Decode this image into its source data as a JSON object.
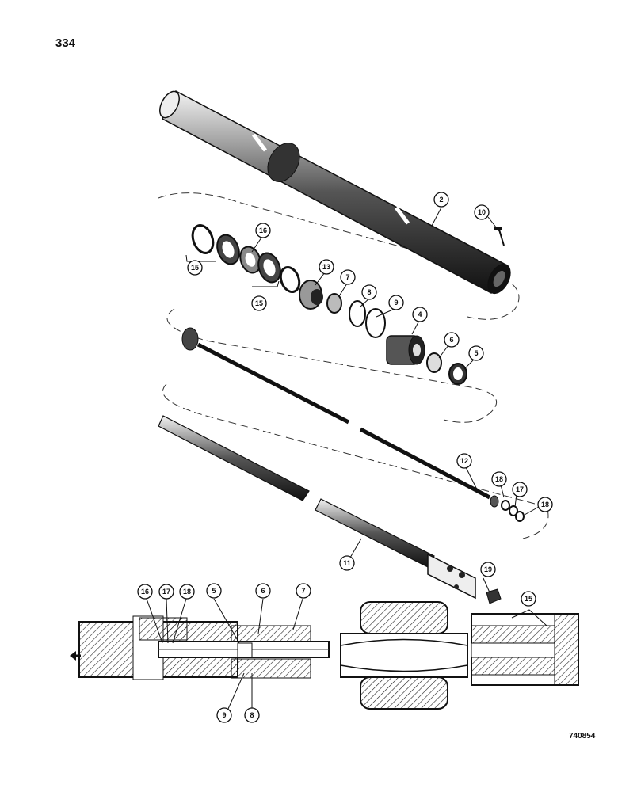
{
  "page_number": "334",
  "drawing_code": "740854",
  "colors": {
    "ink": "#111111",
    "paper": "#ffffff",
    "hatch": "#222222"
  },
  "callouts": {
    "c2": "2",
    "c10": "10",
    "c16": "16",
    "c15a": "15",
    "c15b": "15",
    "c13": "13",
    "c7": "7",
    "c8": "8",
    "c9": "9",
    "c4": "4",
    "c6": "6",
    "c5": "5",
    "c12": "12",
    "c18a": "18",
    "c17": "17",
    "c18b": "18",
    "c11": "11",
    "c19": "19",
    "s16": "16",
    "s17": "17",
    "s18": "18",
    "s5": "5",
    "s6": "6",
    "s7": "7",
    "s9": "9",
    "s8": "8",
    "s15": "15"
  }
}
